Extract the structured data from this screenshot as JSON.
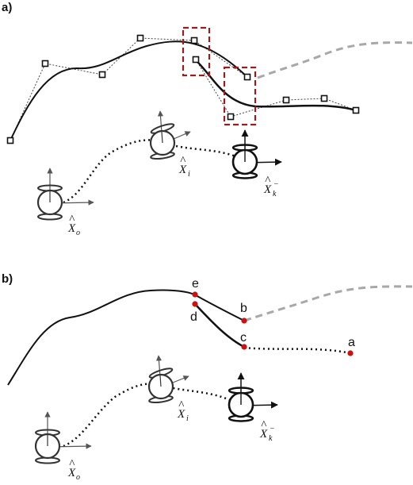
{
  "panels": {
    "a": {
      "label": "a)"
    },
    "b": {
      "label": "b)"
    }
  },
  "poses": {
    "origin": {
      "symbol": "X",
      "sub": "o"
    },
    "intermediate": {
      "symbol": "X",
      "sub": "i"
    },
    "current": {
      "symbol": "X",
      "sub": "k",
      "sup": "−"
    }
  },
  "points": {
    "a": "a",
    "b": "b",
    "c": "c",
    "d": "d",
    "e": "e"
  },
  "colors": {
    "path": "#111111",
    "future_path": "#a8a8a8",
    "keypoint": "#cc1111",
    "highlight_box": "#9b1c1c",
    "control_polygon": "#444444"
  }
}
